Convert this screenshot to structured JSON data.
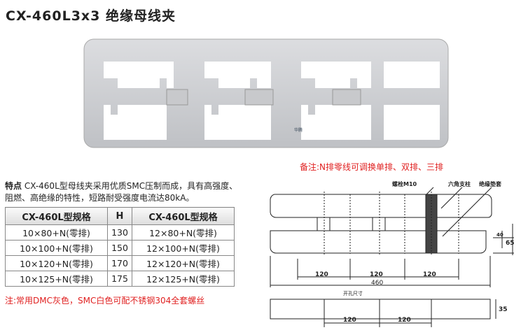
{
  "title": "CX-460L3x3 绝缘母线夹",
  "note_top": "备注:N排零线可调换单排、双排、三排",
  "features": {
    "label": "特点",
    "text": " CX-460L型母线夹采用优质SMC压制而成，具有高强度、阻燃、高绝缘的特性，短路耐受强度电流达80kA。"
  },
  "table": {
    "headers": [
      "CX-460L型规格",
      "H",
      "CX-460L型规格"
    ],
    "rows": [
      [
        "10×80+N(零排)",
        "130",
        "12×80+N(零排)"
      ],
      [
        "10×100+N(零排)",
        "150",
        "12×100+N(零排)"
      ],
      [
        "10×120+N(零排)",
        "170",
        "12×120+N(零排)"
      ],
      [
        "10×125+N(零排)",
        "175",
        "12×125+N(零排)"
      ]
    ]
  },
  "note_bottom": "注:常用DMC灰色，SMC白色可配不锈钢304全套螺丝",
  "drawing": {
    "labels": {
      "bolt": "螺栓M10",
      "hex": "六角支柱",
      "pad": "绝缘垫套"
    },
    "dims": {
      "pitch1": "120",
      "pitch2": "120",
      "pitch3": "120",
      "total": "460",
      "d40": "40",
      "d65": "65"
    },
    "hole_title": "开孔尺寸",
    "hole_dims": {
      "h": "35",
      "p1": "120",
      "p2": "120"
    }
  },
  "photo": {
    "logo": "华腾"
  }
}
